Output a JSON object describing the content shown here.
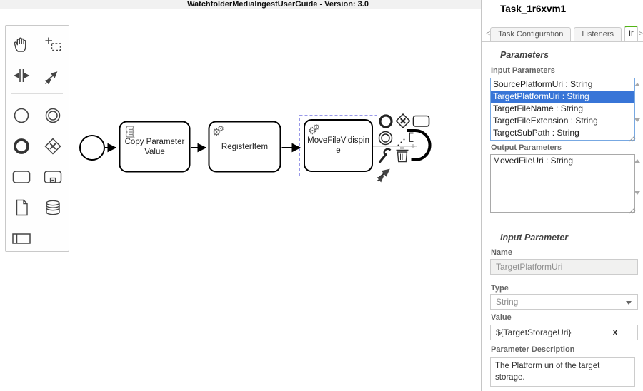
{
  "canvas": {
    "title": "WatchfolderMediaIngestUserGuide - Version: 3.0",
    "palette_tools": [
      "hand-tool",
      "lasso-tool",
      "space-tool",
      "global-connect-tool",
      "create-start-event",
      "create-intermediate-event",
      "create-end-event",
      "create-gateway",
      "create-task",
      "create-subprocess",
      "create-data-object",
      "create-data-store",
      "create-participant"
    ],
    "nodes": [
      {
        "id": "start",
        "type": "start-event",
        "label": ""
      },
      {
        "id": "task1",
        "type": "script-task",
        "label": "Copy Parameter Value"
      },
      {
        "id": "task2",
        "type": "service-task",
        "label": "RegisterItem"
      },
      {
        "id": "task3",
        "type": "service-task",
        "label": "MoveFileVidispine",
        "selected": true
      }
    ],
    "context_pad": [
      "append-end-event",
      "append-gateway",
      "append-task",
      "append-intermediate-event",
      "append-text-annotation",
      "replace-wrench",
      "delete-trash",
      "connect-tool"
    ]
  },
  "panel": {
    "title": "Task_1r6xvm1",
    "tab_scroll_left": "<",
    "tab_scroll_right": ">",
    "tabs": [
      {
        "label": "Task Configuration",
        "active": false
      },
      {
        "label": "Listeners",
        "active": false
      },
      {
        "label": "Ir",
        "active": true
      }
    ],
    "parameters": {
      "heading": "Parameters",
      "input_label": "Input Parameters",
      "input_items": [
        {
          "label": "SourcePlatformUri : String",
          "selected": false
        },
        {
          "label": "TargetPlatformUri : String",
          "selected": true
        },
        {
          "label": "TargetFileName : String",
          "selected": false
        },
        {
          "label": "TargetFileExtension : String",
          "selected": false
        },
        {
          "label": "TargetSubPath : String",
          "selected": false
        }
      ],
      "output_label": "Output Parameters",
      "output_items": [
        {
          "label": "MovedFileUri : String",
          "selected": false
        }
      ]
    },
    "input_parameter": {
      "heading": "Input Parameter",
      "name_label": "Name",
      "name_value": "TargetPlatformUri",
      "type_label": "Type",
      "type_value": "String",
      "value_label": "Value",
      "value_value": "${TargetStorageUri}",
      "clear_label": "x",
      "description_label": "Parameter Description",
      "description_value": "The Platform uri of the target storage."
    }
  },
  "colors": {
    "selection_blue": "#3875d7",
    "focus_border": "#77a8e2",
    "active_tab_green": "#52b415",
    "shape_stroke": "#000000",
    "select_dash": "#9898e8"
  }
}
